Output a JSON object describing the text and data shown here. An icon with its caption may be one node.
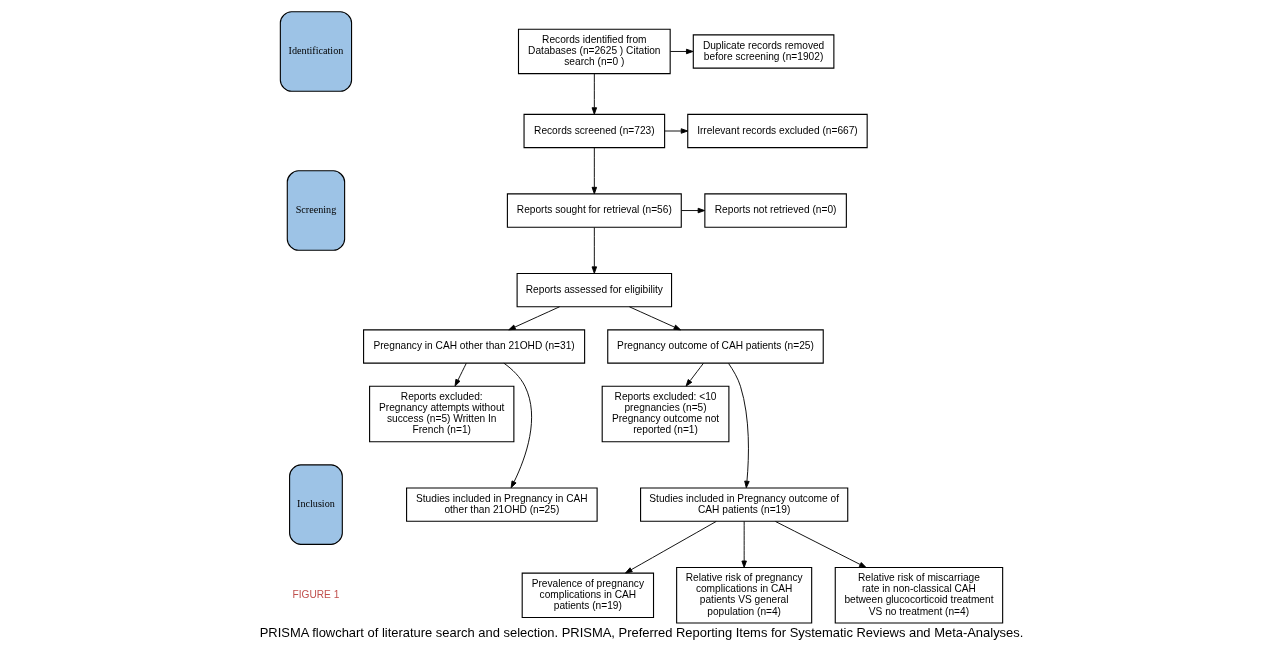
{
  "diagram": {
    "caption": "PRISMA flowchart of literature search and selection. PRISMA, Preferred Reporting Items for Systematic Reviews and Meta-Analyses.",
    "nodes": [
      {
        "text": [
          "Identification"
        ]
      },
      {
        "text": [
          "Screening"
        ]
      },
      {
        "text": [
          "Inclusion"
        ]
      },
      {
        "text": [
          "Records identified from Databases (n=2625 ) Citation search (n=0 )"
        ]
      },
      {
        "text": [
          "Duplicate records removed before screening (n=1902)"
        ]
      },
      {
        "text": [
          "Records screened (n=723)"
        ]
      },
      {
        "text": [
          "Irrelevant records excluded (n=667)"
        ]
      },
      {
        "text": [
          "Reports sought for retrieval (n=56)"
        ]
      },
      {
        "text": [
          "Reports not retrieved (n=0)"
        ]
      },
      {
        "text": [
          "Reports assessed for eligibility"
        ]
      },
      {
        "text": [
          "Pregnancy in CAH other than 21OHD (n=31)"
        ]
      },
      {
        "text": [
          "Pregnancy outcome of CAH patients (n=25)"
        ]
      },
      {
        "text": [
          "Reports excluded: Pregnancy attempts without success (n=5) Written In French (n=1)"
        ]
      },
      {
        "text": [
          "Reports excluded: <10 pregnancies (n=5) Pregnancy outcome not reported (n=1)"
        ]
      },
      {
        "text": [
          "Studies included in Pregnancy in CAH other than 21OHD (n=25)"
        ]
      },
      {
        "text": [
          "Studies included in Pregnancy outcome of CAH patients (n=19)"
        ]
      },
      {
        "text": [
          "Prevalence of pregnancy complications in CAH patients (n=19)"
        ]
      },
      {
        "text": [
          "Relative risk of pregnancy complications in CAH patients VS general population (n=4)"
        ]
      },
      {
        "text": [
          "Relative risk of miscarriage rate in non-classical CAH between glucocorticoid treatment VS no treatment (n=4)"
        ]
      }
    ],
    "edges": [
      {
        "from": 3,
        "to": 4,
        "arrow": "to"
      },
      {
        "from": 3,
        "to": 5,
        "arrow": "to"
      },
      {
        "from": 5,
        "to": 6,
        "arrow": "to"
      },
      {
        "from": 5,
        "to": 7,
        "arrow": "to"
      },
      {
        "from": 7,
        "to": 8,
        "arrow": "to"
      },
      {
        "from": 7,
        "to": 9,
        "arrow": "to"
      },
      {
        "from": 9,
        "to": 10,
        "arrow": "to"
      },
      {
        "from": 9,
        "to": 11,
        "arrow": "to"
      },
      {
        "from": 10,
        "to": 12,
        "arrow": "to"
      },
      {
        "from": 10,
        "to": 14,
        "arrow": "to"
      },
      {
        "from": 11,
        "to": 13,
        "arrow": "to"
      },
      {
        "from": 11,
        "to": 15,
        "arrow": "to"
      },
      {
        "from": 15,
        "to": 16,
        "arrow": "to"
      },
      {
        "from": 15,
        "to": 17,
        "arrow": "to"
      },
      {
        "from": 15,
        "to": 18,
        "arrow": "to"
      }
    ],
    "labels": [
      "FIGURE 1"
    ]
  }
}
